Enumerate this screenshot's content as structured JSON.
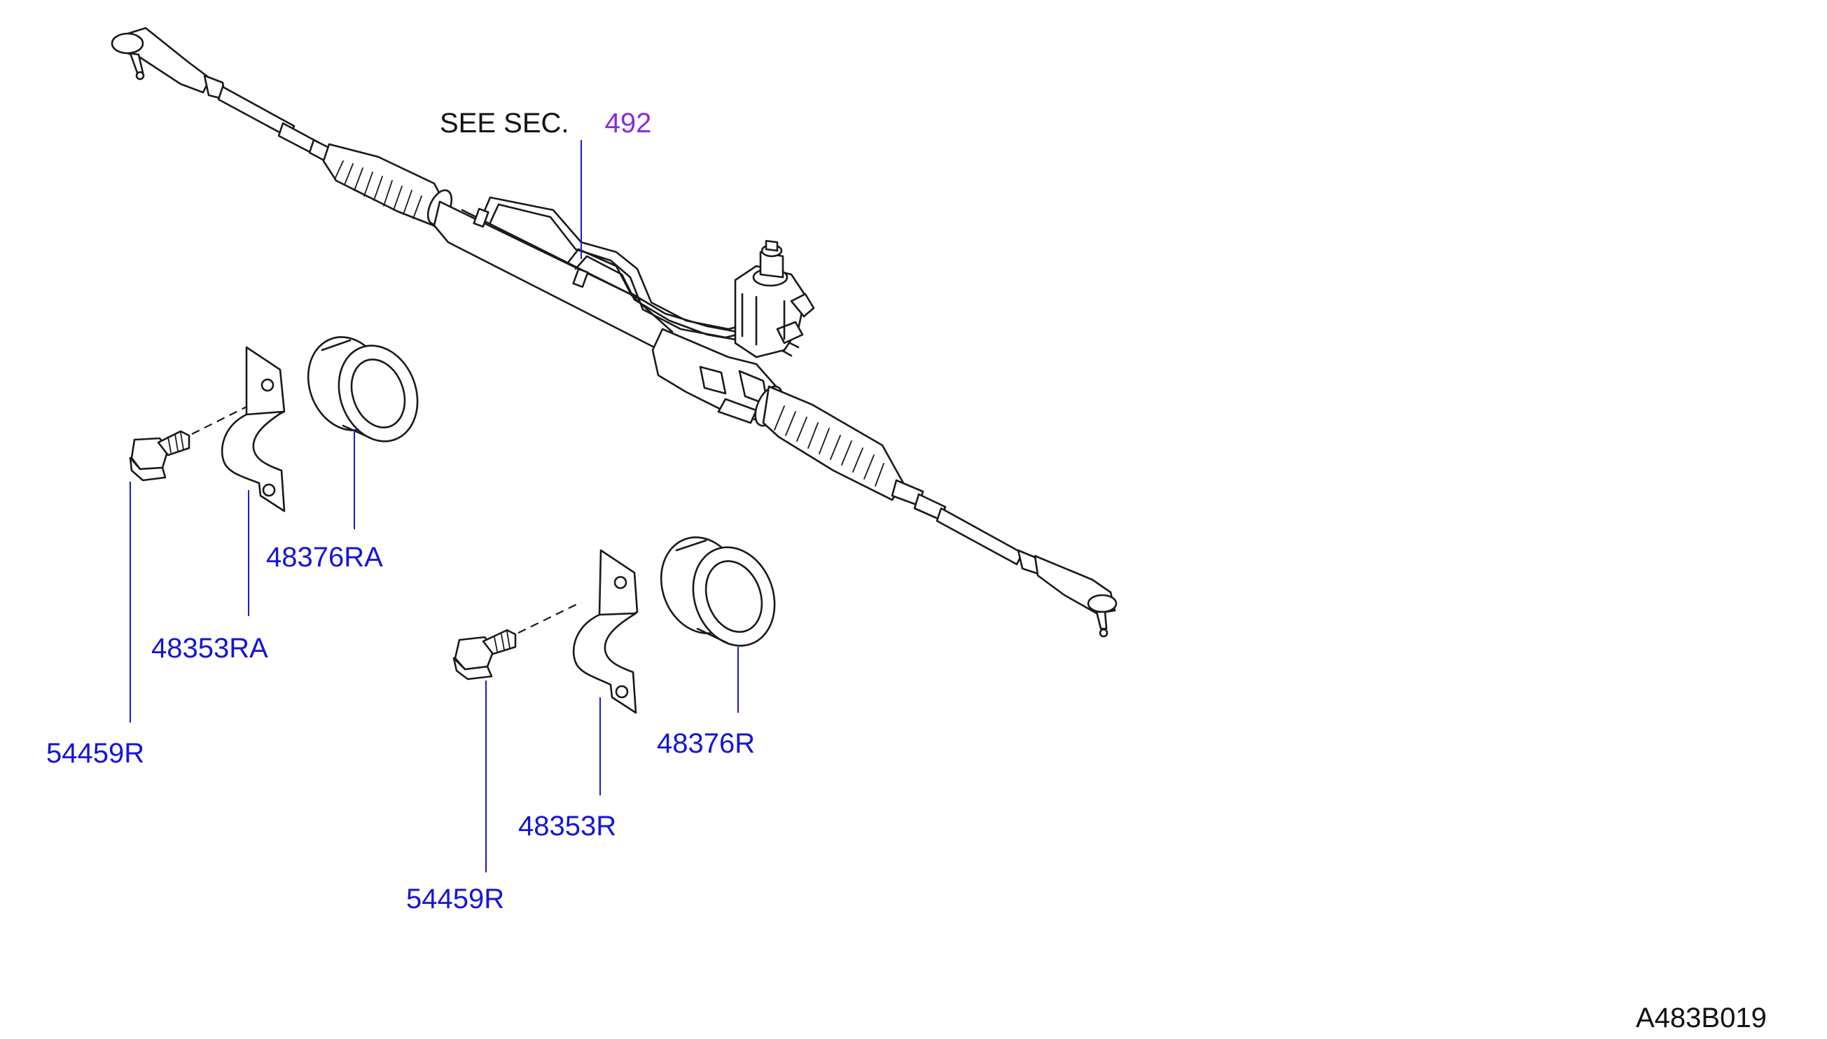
{
  "see_section": {
    "prefix": "SEE  SEC.",
    "ref": "492"
  },
  "parts": [
    {
      "id": "bushing-upper",
      "number": "48376RA"
    },
    {
      "id": "clamp-upper",
      "number": "48353RA"
    },
    {
      "id": "bolt-upper",
      "number": "54459R"
    },
    {
      "id": "bushing-lower",
      "number": "48376R"
    },
    {
      "id": "clamp-lower",
      "number": "48353R"
    },
    {
      "id": "bolt-lower",
      "number": "54459R"
    }
  ],
  "figure_id": "A483B019",
  "colors": {
    "part_number": "#1515d6",
    "section_ref": "#8a2be2",
    "ink": "#1a1a1a"
  }
}
